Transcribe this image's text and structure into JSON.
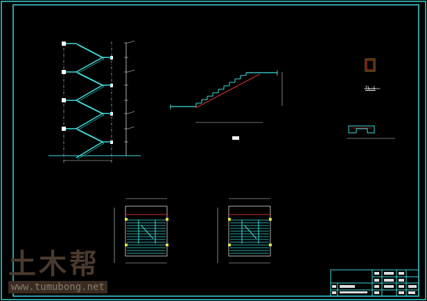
{
  "watermark": {
    "logo": "土木帮",
    "url": "www.tumubong.net"
  },
  "labels": {
    "beam_section": "TL-1"
  },
  "colors": {
    "frame": "#3fd6d6",
    "stair": "#3fe0e0",
    "rebar": "#d03030",
    "dim": "#e0e0e0",
    "highlight": "#e0e040"
  }
}
